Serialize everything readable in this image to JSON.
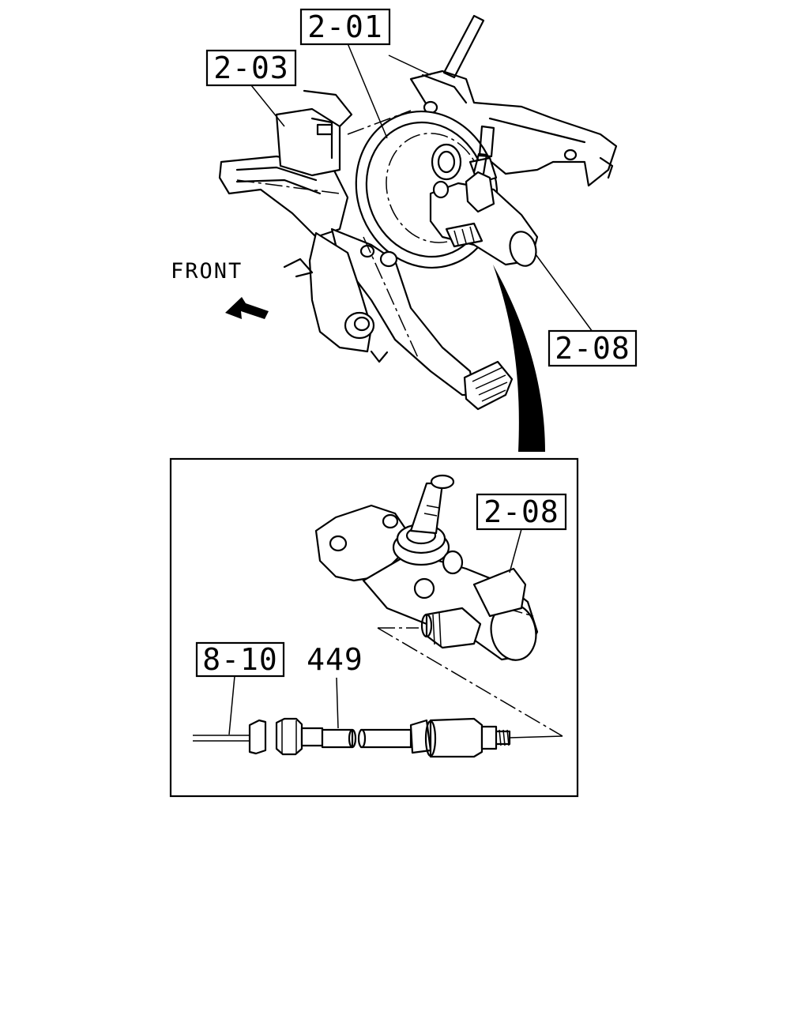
{
  "direction_label": "FRONT",
  "callouts": {
    "c201": "2-01",
    "c203": "2-03",
    "c208_top": "2-08",
    "c208_detail": "2-08",
    "c810": "8-10",
    "p449": "449"
  }
}
